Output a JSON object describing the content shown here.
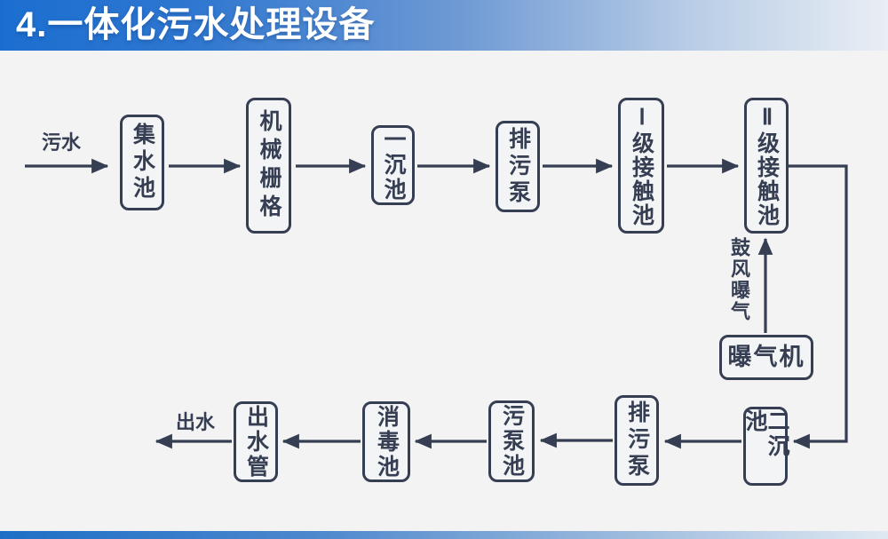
{
  "header": {
    "title": "4.一体化污水处理设备"
  },
  "colors": {
    "header_blue_start": "#1b6ed0",
    "header_blue_end": "#e9eef4",
    "line_and_text": "#353e52",
    "background": "#f3f3f4",
    "footer_blue": "#1d6fc6",
    "title_text": "#ffffff"
  },
  "diagram": {
    "labels": {
      "inflow": "污水",
      "outflow": "出水",
      "aeration": "鼓风曝气"
    },
    "nodes": [
      {
        "id": "collection-tank",
        "label": "集水池"
      },
      {
        "id": "mechanical-grid",
        "label": "机械栅格"
      },
      {
        "id": "primary-sedimentation-tank",
        "label": "一沉池"
      },
      {
        "id": "sewage-pump-top",
        "label": "排污泵"
      },
      {
        "id": "stage-1-contact-tank",
        "label": "Ⅰ级接触池"
      },
      {
        "id": "stage-2-contact-tank",
        "label": "Ⅱ级接触池"
      },
      {
        "id": "aerator",
        "label": "曝气机"
      },
      {
        "id": "secondary-sedimentation-tank",
        "label": "二沉池"
      },
      {
        "id": "sewage-pump-bottom",
        "label": "排污泵"
      },
      {
        "id": "sewage-pump-tank",
        "label": "污泵池"
      },
      {
        "id": "disinfection-tank",
        "label": "消毒池"
      },
      {
        "id": "outlet-pipe",
        "label": "出水管"
      }
    ],
    "edges": [
      {
        "from": "inflow",
        "to": "collection-tank",
        "label": "污水"
      },
      {
        "from": "collection-tank",
        "to": "mechanical-grid"
      },
      {
        "from": "mechanical-grid",
        "to": "primary-sedimentation-tank"
      },
      {
        "from": "primary-sedimentation-tank",
        "to": "sewage-pump-top"
      },
      {
        "from": "sewage-pump-top",
        "to": "stage-1-contact-tank"
      },
      {
        "from": "stage-1-contact-tank",
        "to": "stage-2-contact-tank"
      },
      {
        "from": "stage-2-contact-tank",
        "to": "secondary-sedimentation-tank"
      },
      {
        "from": "aerator",
        "to": "stage-2-contact-tank",
        "label": "鼓风曝气"
      },
      {
        "from": "secondary-sedimentation-tank",
        "to": "sewage-pump-bottom"
      },
      {
        "from": "sewage-pump-bottom",
        "to": "sewage-pump-tank"
      },
      {
        "from": "sewage-pump-tank",
        "to": "disinfection-tank"
      },
      {
        "from": "disinfection-tank",
        "to": "outlet-pipe"
      },
      {
        "from": "outlet-pipe",
        "to": "outflow",
        "label": "出水"
      }
    ]
  }
}
